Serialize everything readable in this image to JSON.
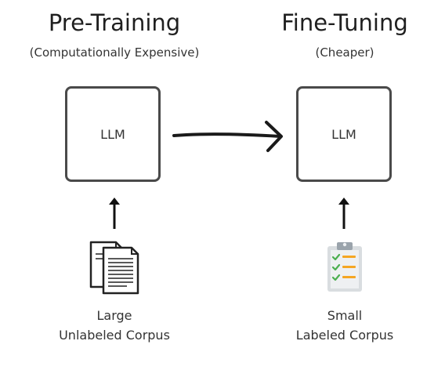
{
  "pretraining": {
    "title": "Pre-Training",
    "subtitle": "(Computationally Expensive)",
    "box_label": "LLM",
    "corpus_line1": "Large",
    "corpus_line2": "Unlabeled Corpus",
    "corpus_icon": "documents-icon"
  },
  "finetuning": {
    "title": "Fine-Tuning",
    "subtitle": "(Cheaper)",
    "box_label": "LLM",
    "corpus_line1": "Small",
    "corpus_line2": "Labeled Corpus",
    "corpus_icon": "clipboard-checklist-icon"
  },
  "colors": {
    "box_border": "#4a4a4a",
    "arrow": "#1a1a1a",
    "clipboard_board": "#d9dde0",
    "clipboard_clip": "#9aa3ab",
    "check_green": "#4caf50",
    "line_orange": "#f5a623"
  }
}
